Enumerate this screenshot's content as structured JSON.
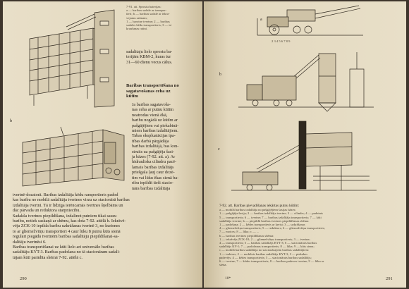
{
  "left_page": {
    "figure_caption": [
      "7-91. att. Sprostu baterijas:",
      "a — baribas sadale ar transpor-",
      "tieri; b — baribas sadale ar iekra-",
      "vejamu ratinam;",
      "1 — barotne tvertne; 2 — baribas",
      "sadales kēdu transportieris; 3 — ie-",
      "kraušanas ratini."
    ],
    "fig_label_a": "a",
    "fig_label_b": "b",
    "side_text": [
      "sadalitaju lielo sprostu ba-",
      "terijām KBM-2, kuras tur",
      "31—60 dienu vecus cālus."
    ],
    "section_heading": [
      "Baribas transportēšana no",
      "sagatavošanas ceha uz",
      "kūtīm"
    ],
    "column_text": [
      "Ja baribas sagatavoša-",
      "nas ceha ar putnu kūtīm",
      "neatrodas vienā ēkā,",
      "baribu nogādā uz kūtīm ar",
      "pašgājējiem vai piekabinā-",
      "miem baribas izdalītājiem.",
      "Tabas ekspluatācijas ipa-",
      "tības darbā pārgādāja",
      "baribas izdalītājā, bas kon-",
      "struits uz pašgājēja šasi-",
      "ja bāzes (7-92. att. a). Ar",
      "hidrauliska cilindru pacē-",
      "lamais baribas izdalītājs",
      "priešgala ļauj caur dozē-",
      "tim vai lūku ēkas sienā ba-",
      "ribu iepildīt tieši stacio-",
      "nāra baribas izdalītāja"
    ],
    "body_text": [
      "tvertnē-dozatorā. Baribas izdalītāja kēdu ransportieris padod",
      "kas baribu no mobilā sadalītāja tvertnes virzu uz stacionārā baribas",
      "izdalītāja tvertni. Tā ir līdzīga ierēncamās tvertnes šņelbāms un",
      "dāc pārvada un reduktora starpniecību.",
      "Sadakša tvertnes piepildīšana, izdalinot putniem tikai sausu",
      "baribu, notiek saskaņā ar shēmu, kas dota 7-92. attēlā b. Iekrāvē-",
      "vēja ZCK-10 iepilda baribu uzkrāšanas tvertnē 3, no kurienes",
      "to ar gliemežvītņu transportieri 4 caur lūku 8 putnu kūts sienā",
      "regulāri piegādā tvertnēm baribas sadalītāju piepildīšanai-sa-",
      "dalītāju tvertnēsi 6.",
      "Baribas transportēšanai uz kūti lielo ari universālo baribas",
      "sadalītāju KYT-3. Baribas padošana no tā stacionāram sadalī-",
      "tājam kūtī parādīta shēmā 7-92. attēlā c."
    ],
    "page_number": "290"
  },
  "right_page": {
    "fig_label_a": "a",
    "fig_label_b": "b",
    "fig_label_c": "c",
    "scale_numbers": "2  3  4  5  6  7  8  9",
    "figure_caption_title": "7-92. att. Baribas pievadīšanas iekārtas putnu kūtīm:",
    "figure_caption": [
      "a — mobilā baribas izdalītāja no pašgājējiem šasijas bāzes:",
      "1 — pašgājēja šasija; 2 — baribas izdalītāja tvertne; 3 — cilindrs; 4 — padotnis",
      "5 — transportieris; 6 — tvertne; 7 — baribas izdalītāja transportieris; 7 — kūti",
      "sadalītāja tvertne; b — piepildīt baribas tvertnes piepildīšanas shēma:",
      "1 — padošana; 2 — kēdes transportieris ar kreisi; 3 — uzkrāšanas",
      "4 — gliemežvītņu transportieris; 5 — reduktors; 6 — gliemežvītņu transportieris;",
      "7 — motors; 8 — lūka; c — ...",
      "b — baribas tvertnes piepildīšanas shēma:",
      "1 — iekrāvējs ZCK-10; 2 — gliemežvītņu transportieris; 3 — tvertne;",
      "4 — transportieris; 5 — baribas sadalītājs KYT-3; 6 — stacionārais baribas",
      "sadalītājs KY-1; 7 — padošanas transportieris; 8 — lūka; 9 — kūts siena;",
      "c — mobilā baribas sadalītāja no stacionārajiem baribas sadalītājiem:",
      "1 — traktors; 2 — mobilais baribas sadalītājs KYT-3; 3 — piekabes",
      "padevējs; 4 — kēdes transportieris; 5 — stacionārais baribas sadalītājs;",
      "6 — tvertne; 7 — kēdes transportieris; 8 — baribas padeves tvertne; 9 — lūka ar",
      "siena."
    ],
    "bottom_mark": "10*",
    "page_number": "291"
  }
}
